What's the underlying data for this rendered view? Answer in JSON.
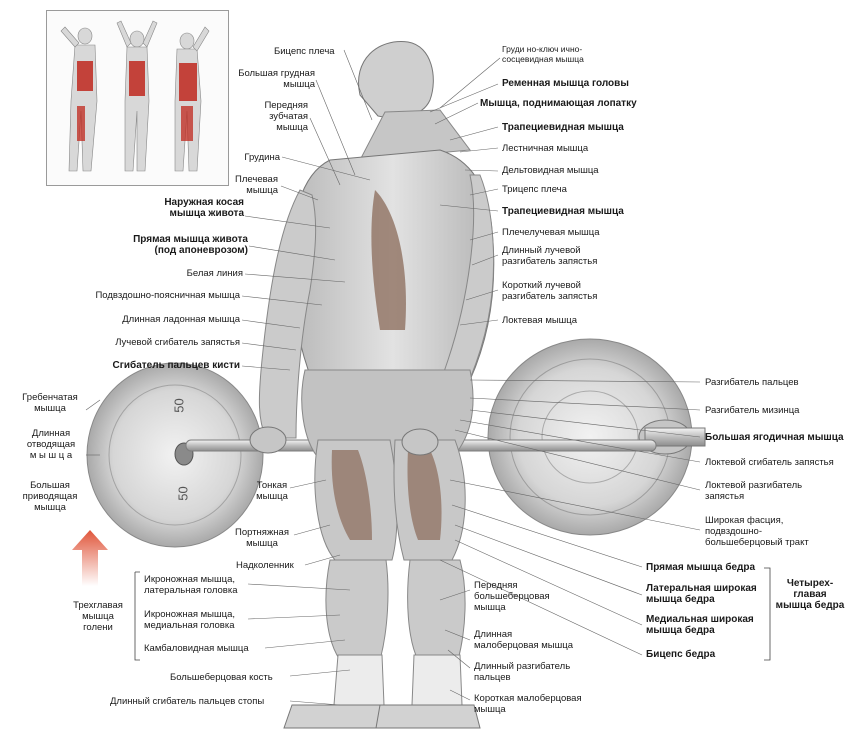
{
  "labels_left": {
    "biceps": "Бицепс плеча",
    "pectoralis_1": "Большая грудная",
    "pectoralis_2": "мышца",
    "serratus_1": "Передняя",
    "serratus_2": "зубчатая",
    "serratus_3": "мышца",
    "sternum": "Грудина",
    "brachialis_1": "Плечевая",
    "brachialis_2": "мышца",
    "ext_oblique_1": "Наружная косая",
    "ext_oblique_2": "мышца живота",
    "rectus_abd_1": "Прямая мышца живота",
    "rectus_abd_2": "(под апоневрозом)",
    "linea_alba": "Белая линия",
    "iliopsoas": "Подвздошно-поясничная мышца",
    "palmaris_longus": "Длинная ладонная мышца",
    "flexor_carpi_radialis": "Лучевой сгибатель запястья",
    "flexor_digitorum": "Сгибатель пальцев кисти",
    "pectineus_1": "Гребенчатая",
    "pectineus_2": "мышца",
    "adductor_longus_1": "Длинная",
    "adductor_longus_2": "отводящая",
    "adductor_longus_3": "м ы ш ц а",
    "adductor_magnus_1": "Большая",
    "adductor_magnus_2": "приводящая",
    "adductor_magnus_3": "мышца",
    "gracilis_1": "Тонкая",
    "gracilis_2": "мышца",
    "sartorius_1": "Портняжная",
    "sartorius_2": "мышца",
    "patella": "Надколенник",
    "gastro_lat_1": "Икроножная мышца,",
    "gastro_lat_2": "латеральная головка",
    "gastro_med_1": "Икроножная мышца,",
    "gastro_med_2": "медиальная головка",
    "soleus": "Камбаловидная мышца",
    "triceps_surae_1": "Трехглавая",
    "triceps_surae_2": "мышца",
    "triceps_surae_3": "голени",
    "tibia": "Большеберцовая кость",
    "flexor_hallucis": "Длинный сгибатель пальцев стопы"
  },
  "labels_right": {
    "scm_1": "Груди но-ключ ично-",
    "scm_2": "сосцевидная мышца",
    "splenius": "Ременная мышца головы",
    "levator_scapulae": "Мышца, поднимающая лопатку",
    "trapezius_1": "Трапециевидная мышца",
    "scalene": "Лестничная мышца",
    "deltoid": "Дельтовидная мышца",
    "triceps": "Трицепс плеча",
    "trapezius_2": "Трапециевидная мышца",
    "brachioradialis": "Плечелучевая мышца",
    "ecr_longus_1": "Длинный лучевой",
    "ecr_longus_2": "разгибатель запястья",
    "ecr_brevis_1": "Короткий лучевой",
    "ecr_brevis_2": "разгибатель запястья",
    "anconeus": "Локтевая мышца",
    "ext_digitorum": "Разгибатель пальцев",
    "ext_digiti_minimi": "Разгибатель мизинца",
    "gluteus_max": "Большая ягодичная мышца",
    "fcu": "Локтевой сгибатель запястья",
    "ecu_1": "Локтевой разгибатель",
    "ecu_2": "запястья",
    "itb_1": "Широкая фасция,",
    "itb_2": "подвздошно-",
    "itb_3": "большеберцовый тракт",
    "rectus_femoris": "Прямая мышца бедра",
    "vastus_lat_1": "Латеральная широкая",
    "vastus_lat_2": "мышца бедра",
    "vastus_med_1": "Медиальная широкая",
    "vastus_med_2": "мышца бедра",
    "biceps_femoris": "Бицепс бедра",
    "quadriceps_1": "Четырех-",
    "quadriceps_2": "главая",
    "quadriceps_3": "мышца бедра",
    "tib_ant_1": "Передняя",
    "tib_ant_2": "большеберцовая",
    "tib_ant_3": "мышца",
    "peroneus_longus_1": "Длинная",
    "peroneus_longus_2": "малоберцовая мышца",
    "ext_dig_longus_1": "Длинный разгибатель",
    "ext_dig_longus_2": "пальцев",
    "peroneus_brevis_1": "Короткая малоберцовая",
    "peroneus_brevis_2": "мышца"
  },
  "plate_marking": "50",
  "colors": {
    "muscle_grey": "#c9c9c9",
    "muscle_highlight": "#8a6a58",
    "inset_red": "#c0281e",
    "arrow": "#e06a4a",
    "plate": "#d8d8d8"
  }
}
